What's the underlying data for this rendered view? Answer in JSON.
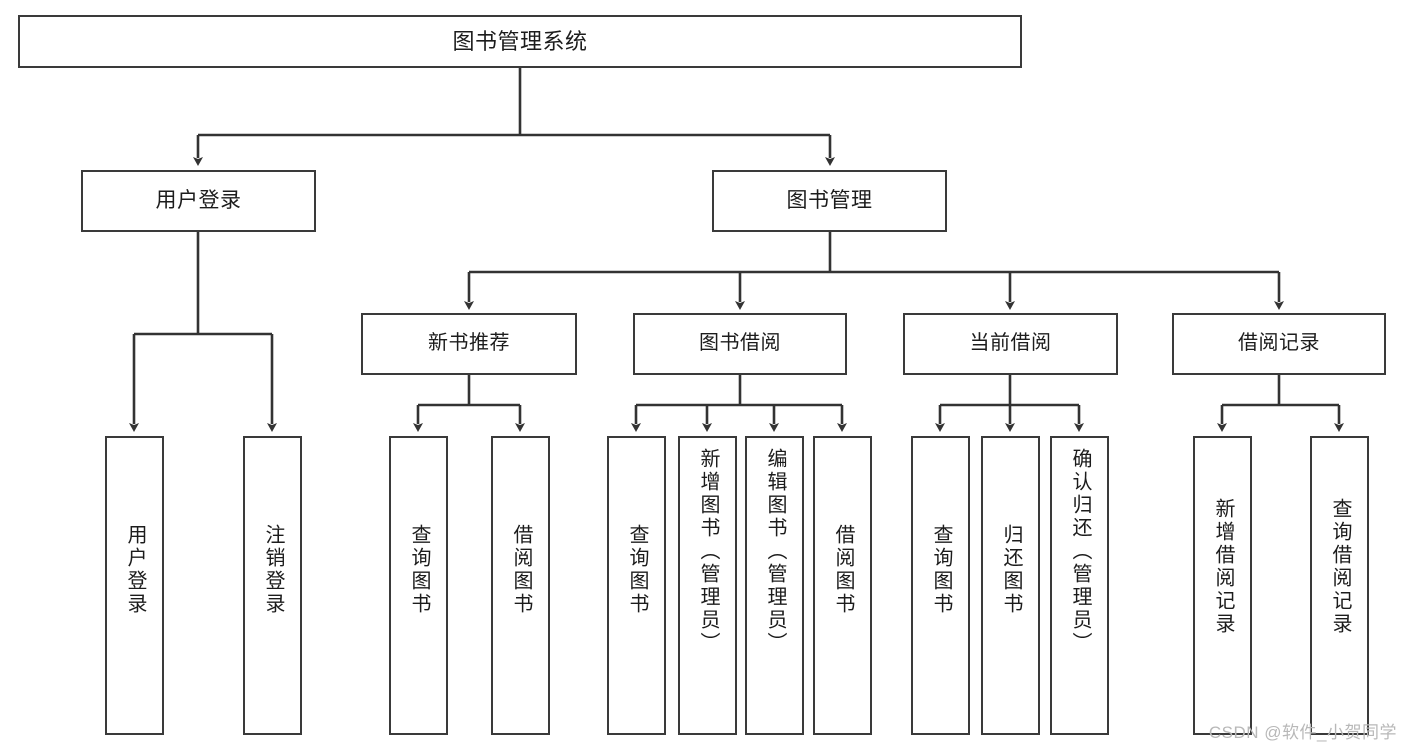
{
  "diagram": {
    "title": "图书管理系统",
    "type": "tree-hierarchy",
    "watermark": "CSDN @软件_小贺同学",
    "colors": {
      "box_border": "#3a3a3a",
      "connector": "#333333",
      "background": "#ffffff",
      "text": "#1c1c1c",
      "watermark": "#b8b8b8"
    },
    "nodes": {
      "root": {
        "label": "图书管理系统"
      },
      "level2": [
        {
          "label": "用户登录"
        },
        {
          "label": "图书管理"
        }
      ],
      "level3": [
        {
          "label": "新书推荐"
        },
        {
          "label": "图书借阅"
        },
        {
          "label": "当前借阅"
        },
        {
          "label": "借阅记录"
        }
      ],
      "leaves": [
        {
          "label": "用户登录"
        },
        {
          "label": "注销登录"
        },
        {
          "label": "查询图书"
        },
        {
          "label": "借阅图书"
        },
        {
          "label": "查询图书"
        },
        {
          "label": "新增图书（管理员）"
        },
        {
          "label": "编辑图书（管理员）"
        },
        {
          "label": "借阅图书"
        },
        {
          "label": "查询图书"
        },
        {
          "label": "归还图书"
        },
        {
          "label": "确认归还（管理员）"
        },
        {
          "label": "新增借阅记录"
        },
        {
          "label": "查询借阅记录"
        }
      ]
    }
  }
}
